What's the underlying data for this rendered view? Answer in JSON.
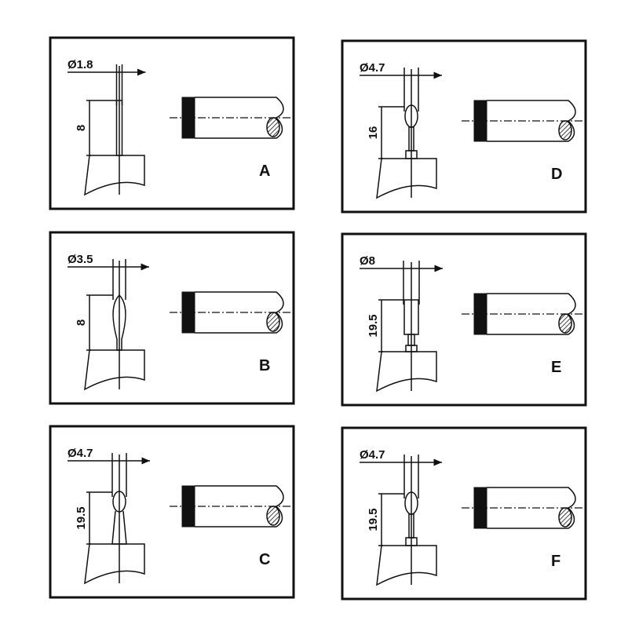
{
  "panels": [
    {
      "id": "A",
      "letter": "A",
      "diameter": "Ø1.8",
      "length": "8",
      "tip": "rod"
    },
    {
      "id": "D",
      "letter": "D",
      "diameter": "Ø4.7",
      "length": "16",
      "tip": "ball-neck"
    },
    {
      "id": "B",
      "letter": "B",
      "diameter": "Ø3.5",
      "length": "8",
      "tip": "spindle"
    },
    {
      "id": "E",
      "letter": "E",
      "diameter": "Ø8",
      "length": "19.5",
      "tip": "cylinder"
    },
    {
      "id": "C",
      "letter": "C",
      "diameter": "Ø4.7",
      "length": "19.5",
      "tip": "ball-taper"
    },
    {
      "id": "F",
      "letter": "F",
      "diameter": "Ø4.7",
      "length": "19.5",
      "tip": "ball-neck"
    }
  ]
}
